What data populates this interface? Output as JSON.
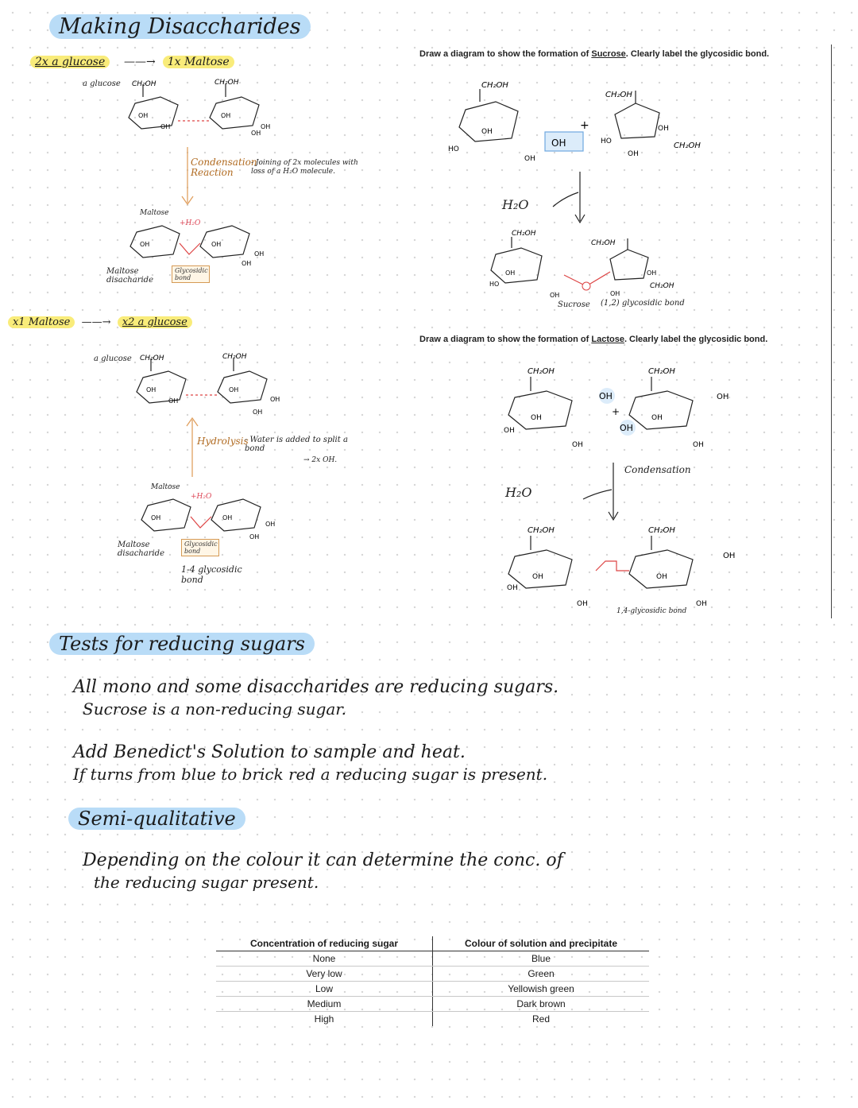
{
  "title": "Making Disaccharides",
  "left": {
    "step1": {
      "from": "2x a glucose",
      "to": "1x Maltose"
    },
    "glucose_label": "a glucose",
    "condensation": {
      "name": "Condensation Reaction",
      "desc": "- Joining of 2x molecules with loss of a H₂O molecule."
    },
    "maltose_top": "Maltose",
    "maltose_label": "Maltose disacharide",
    "bond_box": "Glycosidic bond",
    "water": "+H₂O",
    "step2": {
      "from": "x1 Maltose",
      "to": "x2 a glucose"
    },
    "hydrolysis": {
      "name": "Hydrolysis",
      "desc": "- Water is added to split a bond",
      "extra": "→ 2x OH."
    },
    "bond_note": "1-4 glycosidic bond"
  },
  "right": {
    "q1": {
      "prefix": "Draw a diagram to show the formation of ",
      "sugar": "Sucrose",
      "suffix": ". Clearly label the glycosidic bond."
    },
    "q1_water": "H₂O",
    "q1_result": "Sucrose",
    "q1_bond": "(1,2) glycosidic bond",
    "q2": {
      "prefix": "Draw a diagram to show the formation of ",
      "sugar": "Lactose",
      "suffix": ". Clearly label the glycosidic bond."
    },
    "q2_water": "H₂O",
    "q2_reaction": "Condensation",
    "q2_bond": "1,4-glycosidic bond"
  },
  "tests": {
    "heading": "Tests for reducing sugars",
    "line1": "All mono and some disaccharides are reducing sugars.",
    "line2": "Sucrose is a non-reducing sugar.",
    "line3": "Add Benedict's Solution to sample and heat.",
    "line4": "If turns from blue to brick red a reducing sugar is present.",
    "semi_heading": "Semi-qualitative",
    "line5": "Depending on the colour it can determine the conc. of",
    "line6": "the reducing sugar present."
  },
  "table": {
    "headers": [
      "Concentration of reducing sugar",
      "Colour of solution and precipitate"
    ],
    "rows": [
      [
        "None",
        "Blue"
      ],
      [
        "Very low",
        "Green"
      ],
      [
        "Low",
        "Yellowish green"
      ],
      [
        "Medium",
        "Dark brown"
      ],
      [
        "High",
        "Red"
      ]
    ]
  }
}
